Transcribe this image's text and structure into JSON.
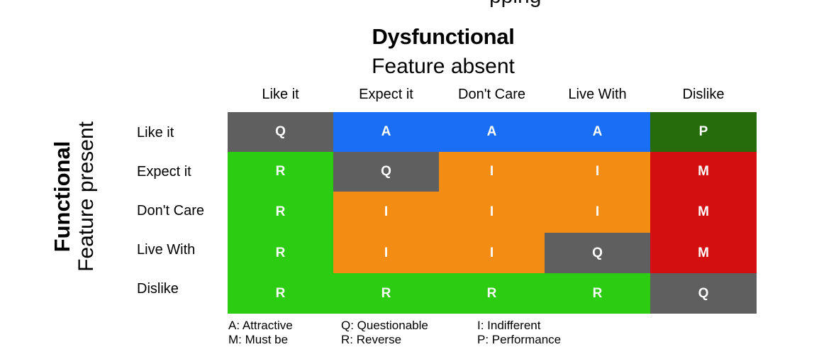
{
  "top_partial_text": "pping",
  "dysfunctional": {
    "title": "Dysfunctional",
    "subtitle": "Feature absent"
  },
  "functional": {
    "title": "Functional",
    "subtitle": "Feature present"
  },
  "columns": [
    "Like it",
    "Expect it",
    "Don't Care",
    "Live With",
    "Dislike"
  ],
  "rows": [
    "Like it",
    "Expect it",
    "Don't Care",
    "Live With",
    "Dislike"
  ],
  "colors": {
    "A": "#1a6ef5",
    "Q": "#5f5f5f",
    "R": "#2bcc12",
    "I": "#f28c12",
    "M": "#d40f0f",
    "P": "#266b0c"
  },
  "matrix": [
    [
      "Q",
      "A",
      "A",
      "A",
      "P"
    ],
    [
      "R",
      "Q",
      "I",
      "I",
      "M"
    ],
    [
      "R",
      "I",
      "I",
      "I",
      "M"
    ],
    [
      "R",
      "I",
      "I",
      "Q",
      "M"
    ],
    [
      "R",
      "R",
      "R",
      "R",
      "Q"
    ]
  ],
  "legend": [
    [
      "A: Attractive",
      "Q: Questionable",
      "I: Indifferent"
    ],
    [
      "M: Must be",
      "R: Reverse",
      "P: Performance"
    ]
  ]
}
